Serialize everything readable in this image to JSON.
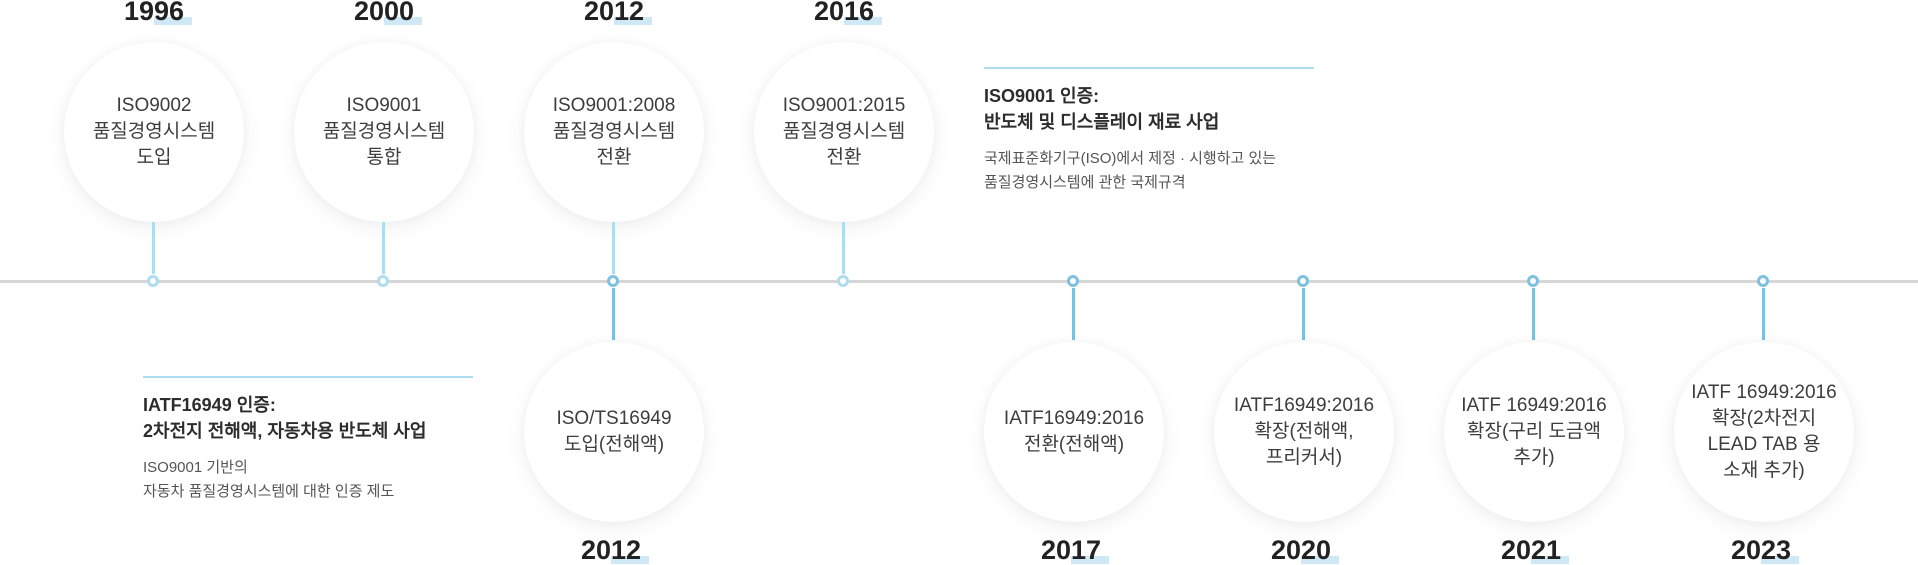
{
  "milestones": [
    {
      "year": "1996",
      "lines": [
        "ISO9002",
        "품질경영시스템",
        "도입"
      ]
    },
    {
      "year": "2000",
      "lines": [
        "ISO9001",
        "품질경영시스템",
        "통합"
      ]
    },
    {
      "year": "2012",
      "lines": [
        "ISO9001:2008",
        "품질경영시스템",
        "전환"
      ]
    },
    {
      "year": "2016",
      "lines": [
        "ISO9001:2015",
        "품질경영시스템",
        "전환"
      ]
    },
    {
      "year": "2012",
      "lines": [
        "ISO/TS16949",
        "도입(전해액)"
      ]
    },
    {
      "year": "2017",
      "lines": [
        "IATF16949:2016",
        "전환(전해액)"
      ]
    },
    {
      "year": "2020",
      "lines": [
        "IATF16949:2016",
        "확장(전해액,",
        "프리커서)"
      ]
    },
    {
      "year": "2021",
      "lines": [
        "IATF 16949:2016",
        "확장(구리 도금액",
        "추가)"
      ]
    },
    {
      "year": "2023",
      "lines": [
        "IATF 16949:2016",
        "확장(2차전지",
        "LEAD TAB 용",
        "소재 추가)"
      ]
    }
  ],
  "notes": {
    "iso": {
      "title": [
        "ISO9001 인증:",
        "반도체 및 디스플레이 재료 사업"
      ],
      "desc": [
        "국제표준화기구(ISO)에서 제정 · 시행하고 있는",
        "품질경영시스템에 관한 국제규격"
      ]
    },
    "iatf": {
      "title": [
        "IATF16949 인증:",
        "2차전지 전해액, 자동차용 반도체 사업"
      ],
      "desc": [
        "ISO9001 기반의",
        "자동차 품질경영시스템에 대한 인증 제도"
      ]
    }
  }
}
